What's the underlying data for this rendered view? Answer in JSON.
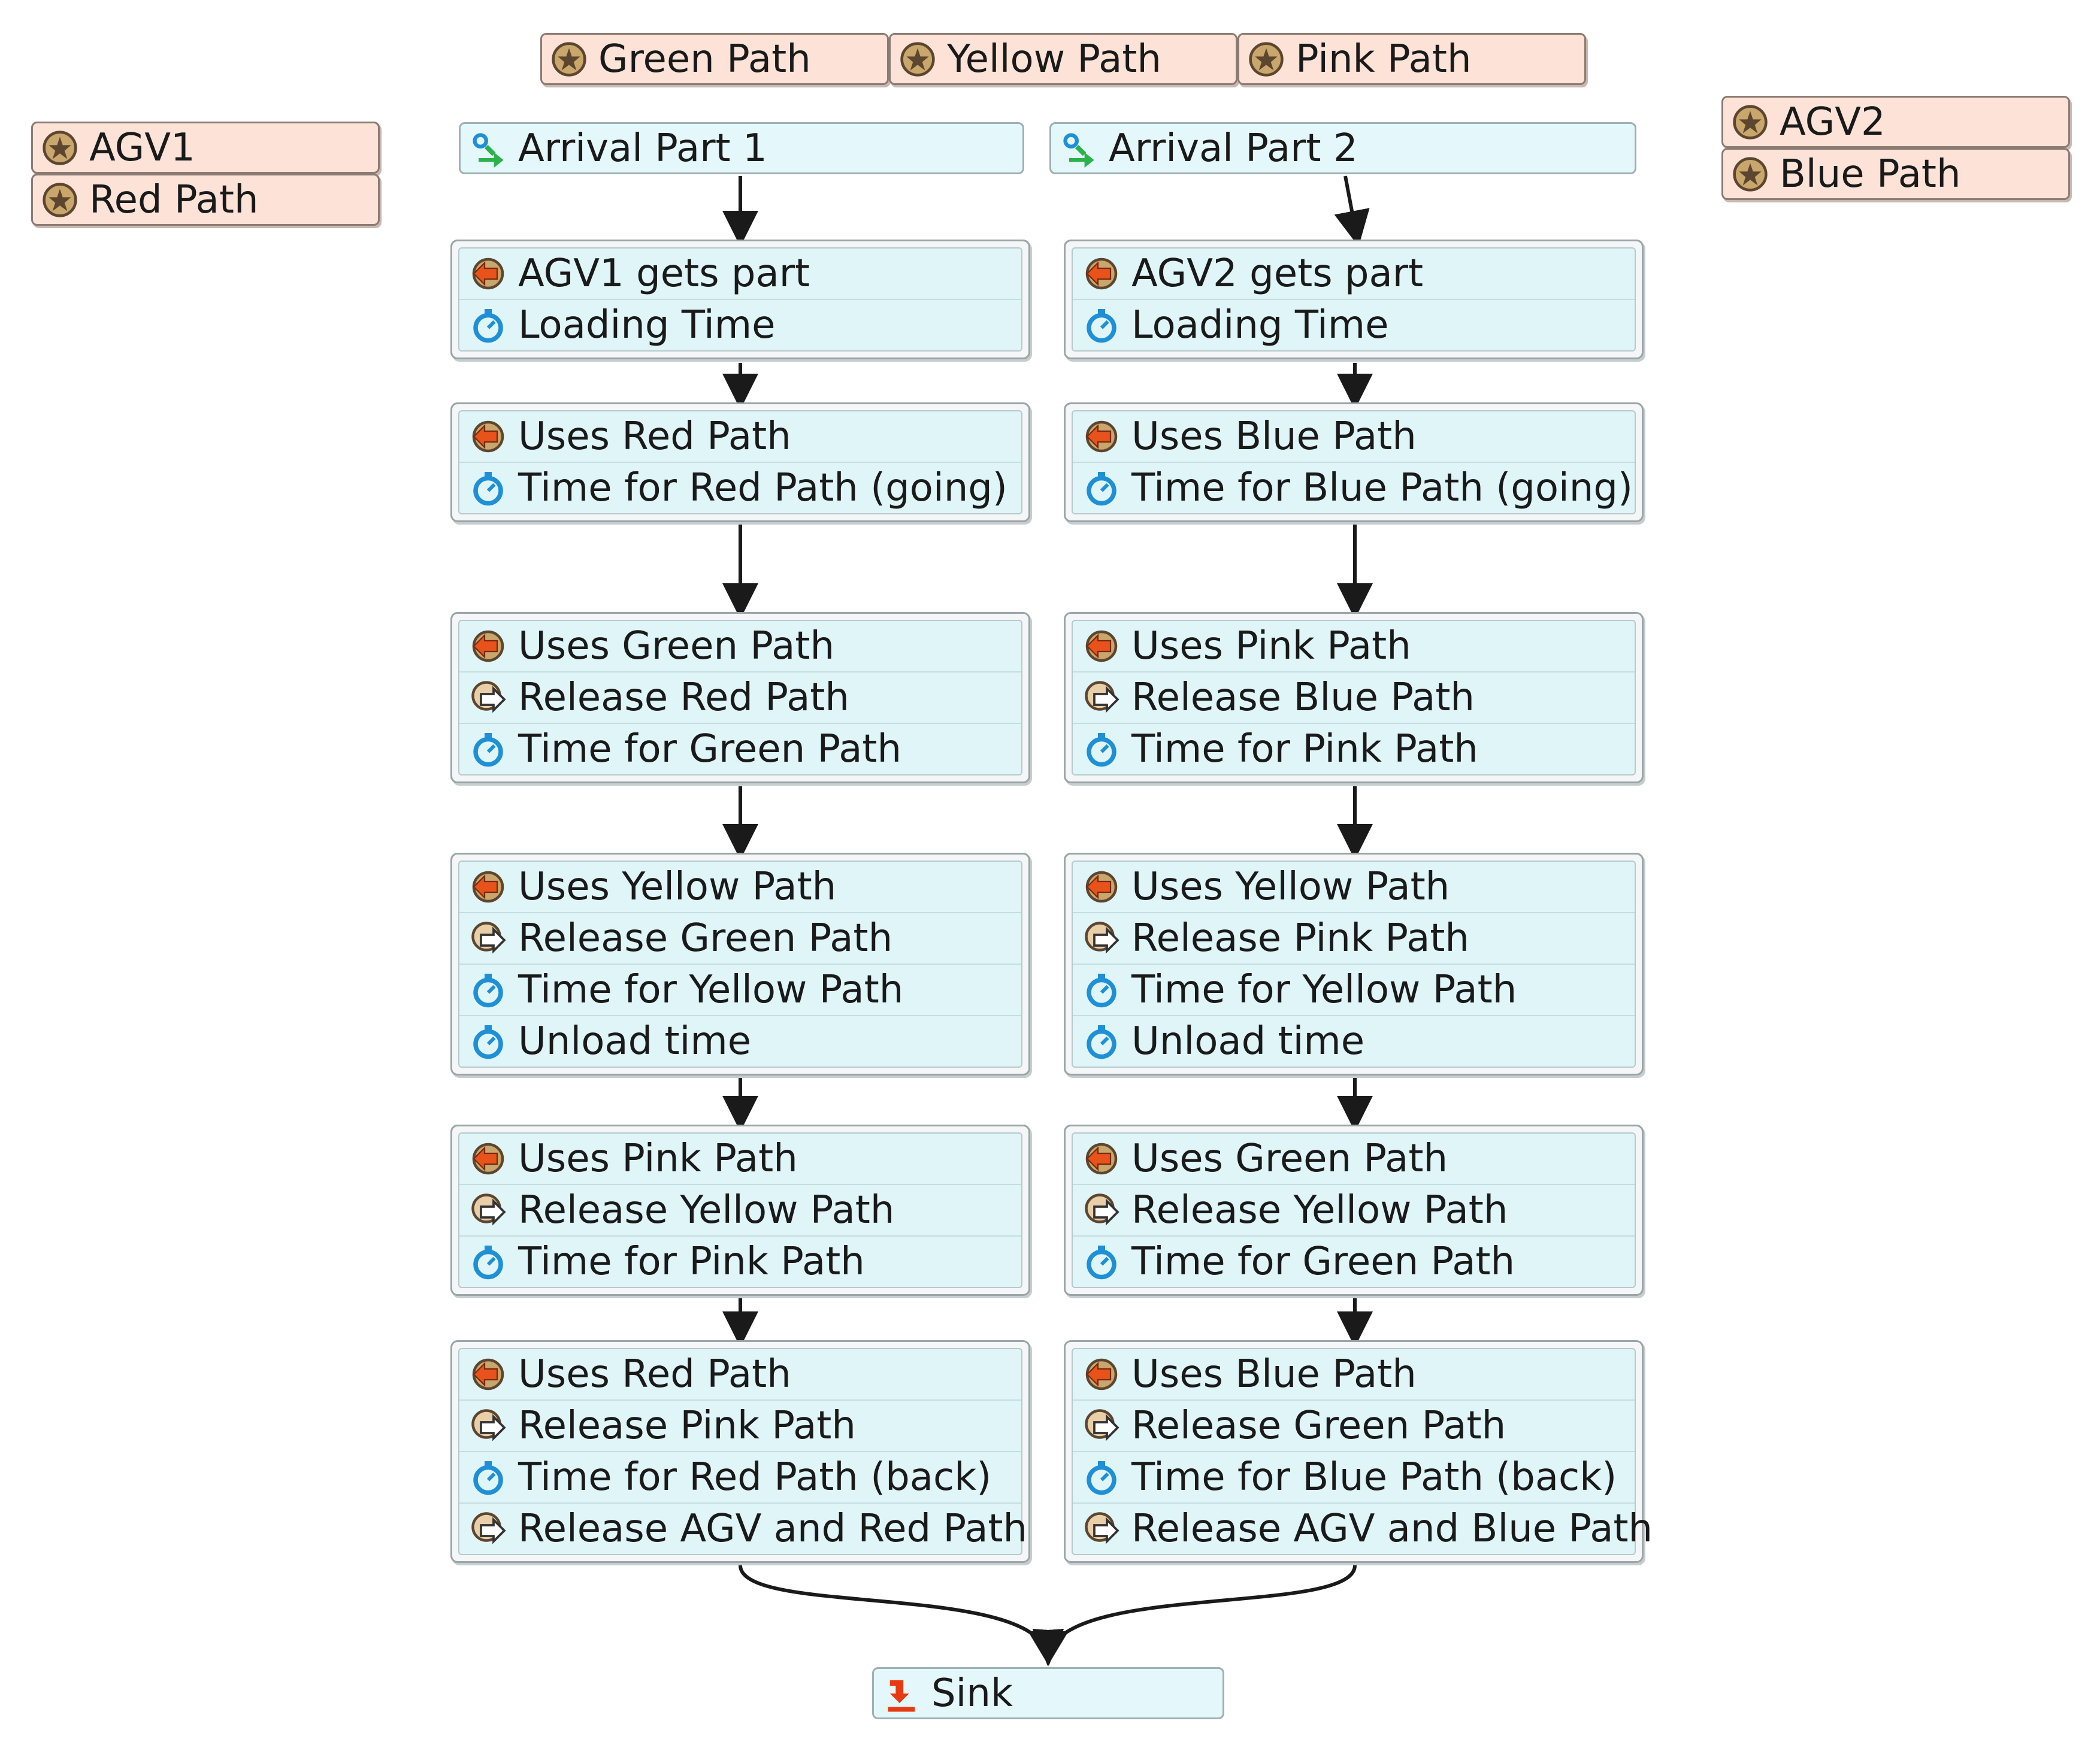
{
  "resources": {
    "green_path": "Green Path",
    "yellow_path": "Yellow Path",
    "pink_path": "Pink Path",
    "agv1": "AGV1",
    "red_path": "Red Path",
    "agv2": "AGV2",
    "blue_path": "Blue Path"
  },
  "arrivals": {
    "part1": "Arrival Part 1",
    "part2": "Arrival Part 2"
  },
  "sink": "Sink",
  "left_column": [
    [
      "AGV1 gets part",
      "Loading Time"
    ],
    [
      "Uses Red Path",
      "Time for Red Path (going)"
    ],
    [
      "Uses Green Path",
      "Release Red Path",
      "Time for Green Path"
    ],
    [
      "Uses Yellow Path",
      "Release Green Path",
      "Time for Yellow Path",
      "Unload time"
    ],
    [
      "Uses Pink Path",
      "Release Yellow Path",
      "Time for Pink Path"
    ],
    [
      "Uses Red Path",
      "Release Pink Path",
      "Time for Red Path (back)",
      "Release AGV and Red Path"
    ]
  ],
  "right_column": [
    [
      "AGV2 gets part",
      "Loading Time"
    ],
    [
      "Uses Blue Path",
      "Time for Blue Path (going)"
    ],
    [
      "Uses Pink Path",
      "Release Blue Path",
      "Time for Pink Path"
    ],
    [
      "Uses Yellow Path",
      "Release Pink Path",
      "Time for Yellow Path",
      "Unload time"
    ],
    [
      "Uses Green Path",
      "Release Yellow Path",
      "Time for Green Path"
    ],
    [
      "Uses Blue Path",
      "Release Green Path",
      "Time for Blue Path (back)",
      "Release AGV and Blue Path"
    ]
  ],
  "icons": {
    "resource": "resource-star-icon",
    "arrival": "arrival-icon",
    "seize": "seize-icon",
    "release": "release-icon",
    "delay": "delay-stopwatch-icon",
    "sink": "sink-icon"
  },
  "colors": {
    "resource_fill": "#fde3d7",
    "activity_fill": "#dff5f8",
    "delay_blue": "#1f8fd6",
    "seize_orange": "#e8531c",
    "arrival_green": "#2bb24c",
    "sink_red": "#e83a12",
    "wire": "#1a1a1a"
  }
}
